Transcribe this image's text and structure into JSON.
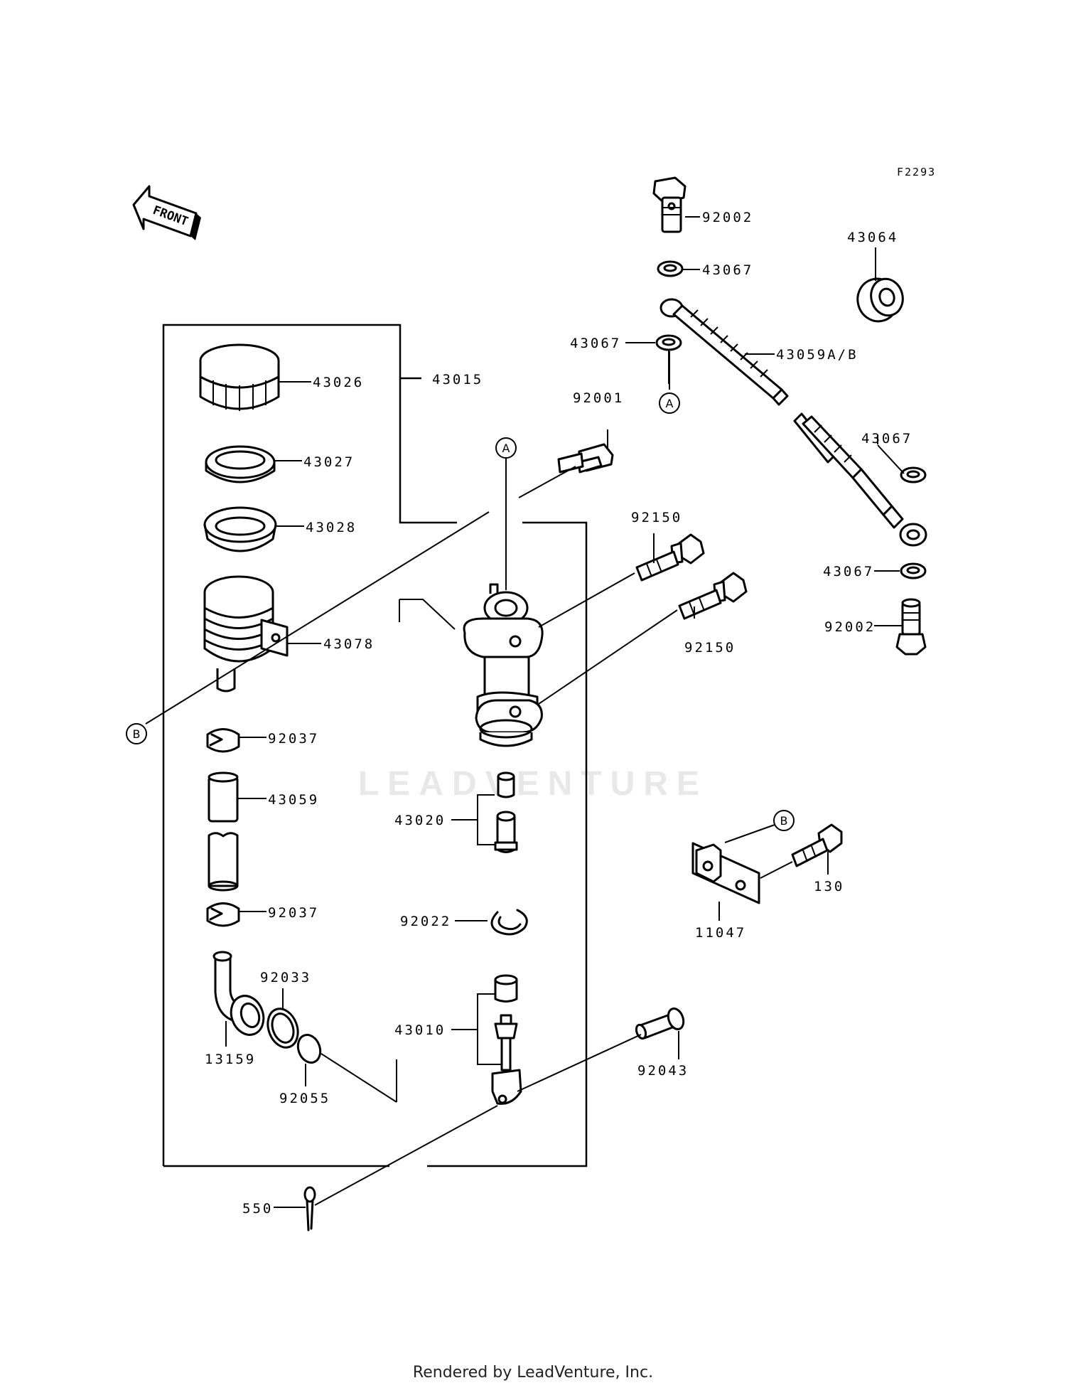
{
  "figure_code": "F2293",
  "front_label": "FRONT",
  "watermark": "LEADVENTURE",
  "footer": "Rendered by LeadVenture, Inc.",
  "refs": {
    "a": "A",
    "b": "B"
  },
  "parts": {
    "p92002_top": "92002",
    "p43067_a": "43067",
    "p43064": "43064",
    "p43067_b": "43067",
    "p43059ab": "43059A/B",
    "p43026": "43026",
    "p43015": "43015",
    "p92001": "92001",
    "p43067_c": "43067",
    "p43027": "43027",
    "p43028": "43028",
    "p92150_a": "92150",
    "p43067_d": "43067",
    "p43078": "43078",
    "p92150_b": "92150",
    "p92002_bot": "92002",
    "p92037_a": "92037",
    "p43059": "43059",
    "p43020": "43020",
    "p92037_b": "92037",
    "p92022": "92022",
    "p130": "130",
    "p11047": "11047",
    "p92033": "92033",
    "p43010": "43010",
    "p13159": "13159",
    "p92043": "92043",
    "p92055": "92055",
    "p550": "550"
  }
}
